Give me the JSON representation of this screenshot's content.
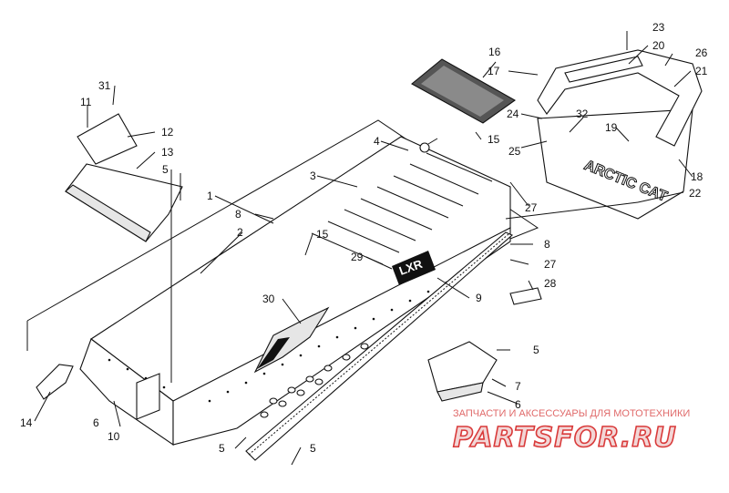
{
  "callouts": [
    {
      "id": "c1",
      "label": "1"
    },
    {
      "id": "c2",
      "label": "2"
    },
    {
      "id": "c3",
      "label": "3"
    },
    {
      "id": "c4",
      "label": "4"
    },
    {
      "id": "c5a",
      "label": "5"
    },
    {
      "id": "c5b",
      "label": "5"
    },
    {
      "id": "c5c",
      "label": "5"
    },
    {
      "id": "c5d",
      "label": "5"
    },
    {
      "id": "c6a",
      "label": "6"
    },
    {
      "id": "c6b",
      "label": "6"
    },
    {
      "id": "c7",
      "label": "7"
    },
    {
      "id": "c8a",
      "label": "8"
    },
    {
      "id": "c8b",
      "label": "8"
    },
    {
      "id": "c9",
      "label": "9"
    },
    {
      "id": "c10",
      "label": "10"
    },
    {
      "id": "c11",
      "label": "11"
    },
    {
      "id": "c12",
      "label": "12"
    },
    {
      "id": "c13",
      "label": "13"
    },
    {
      "id": "c14",
      "label": "14"
    },
    {
      "id": "c15a",
      "label": "15"
    },
    {
      "id": "c15b",
      "label": "15"
    },
    {
      "id": "c16",
      "label": "16"
    },
    {
      "id": "c17",
      "label": "17"
    },
    {
      "id": "c18",
      "label": "18"
    },
    {
      "id": "c19",
      "label": "19"
    },
    {
      "id": "c20",
      "label": "20"
    },
    {
      "id": "c21",
      "label": "21"
    },
    {
      "id": "c22",
      "label": "22"
    },
    {
      "id": "c23",
      "label": "23"
    },
    {
      "id": "c24",
      "label": "24"
    },
    {
      "id": "c25",
      "label": "25"
    },
    {
      "id": "c26",
      "label": "26"
    },
    {
      "id": "c27a",
      "label": "27"
    },
    {
      "id": "c27b",
      "label": "27"
    },
    {
      "id": "c28",
      "label": "28"
    },
    {
      "id": "c29",
      "label": "29"
    },
    {
      "id": "c30",
      "label": "30"
    },
    {
      "id": "c31",
      "label": "31"
    },
    {
      "id": "c32",
      "label": "32"
    }
  ],
  "decals": {
    "tunnel_logo": "LXR",
    "flap_text": "ARCTIC CAT"
  },
  "watermark": {
    "tagline": "ЗАПЧАСТИ И АКСЕССУАРЫ ДЛЯ МОТОТЕХНИКИ",
    "brand": "PARTSFOR.RU",
    "color": "#d93a3a"
  }
}
